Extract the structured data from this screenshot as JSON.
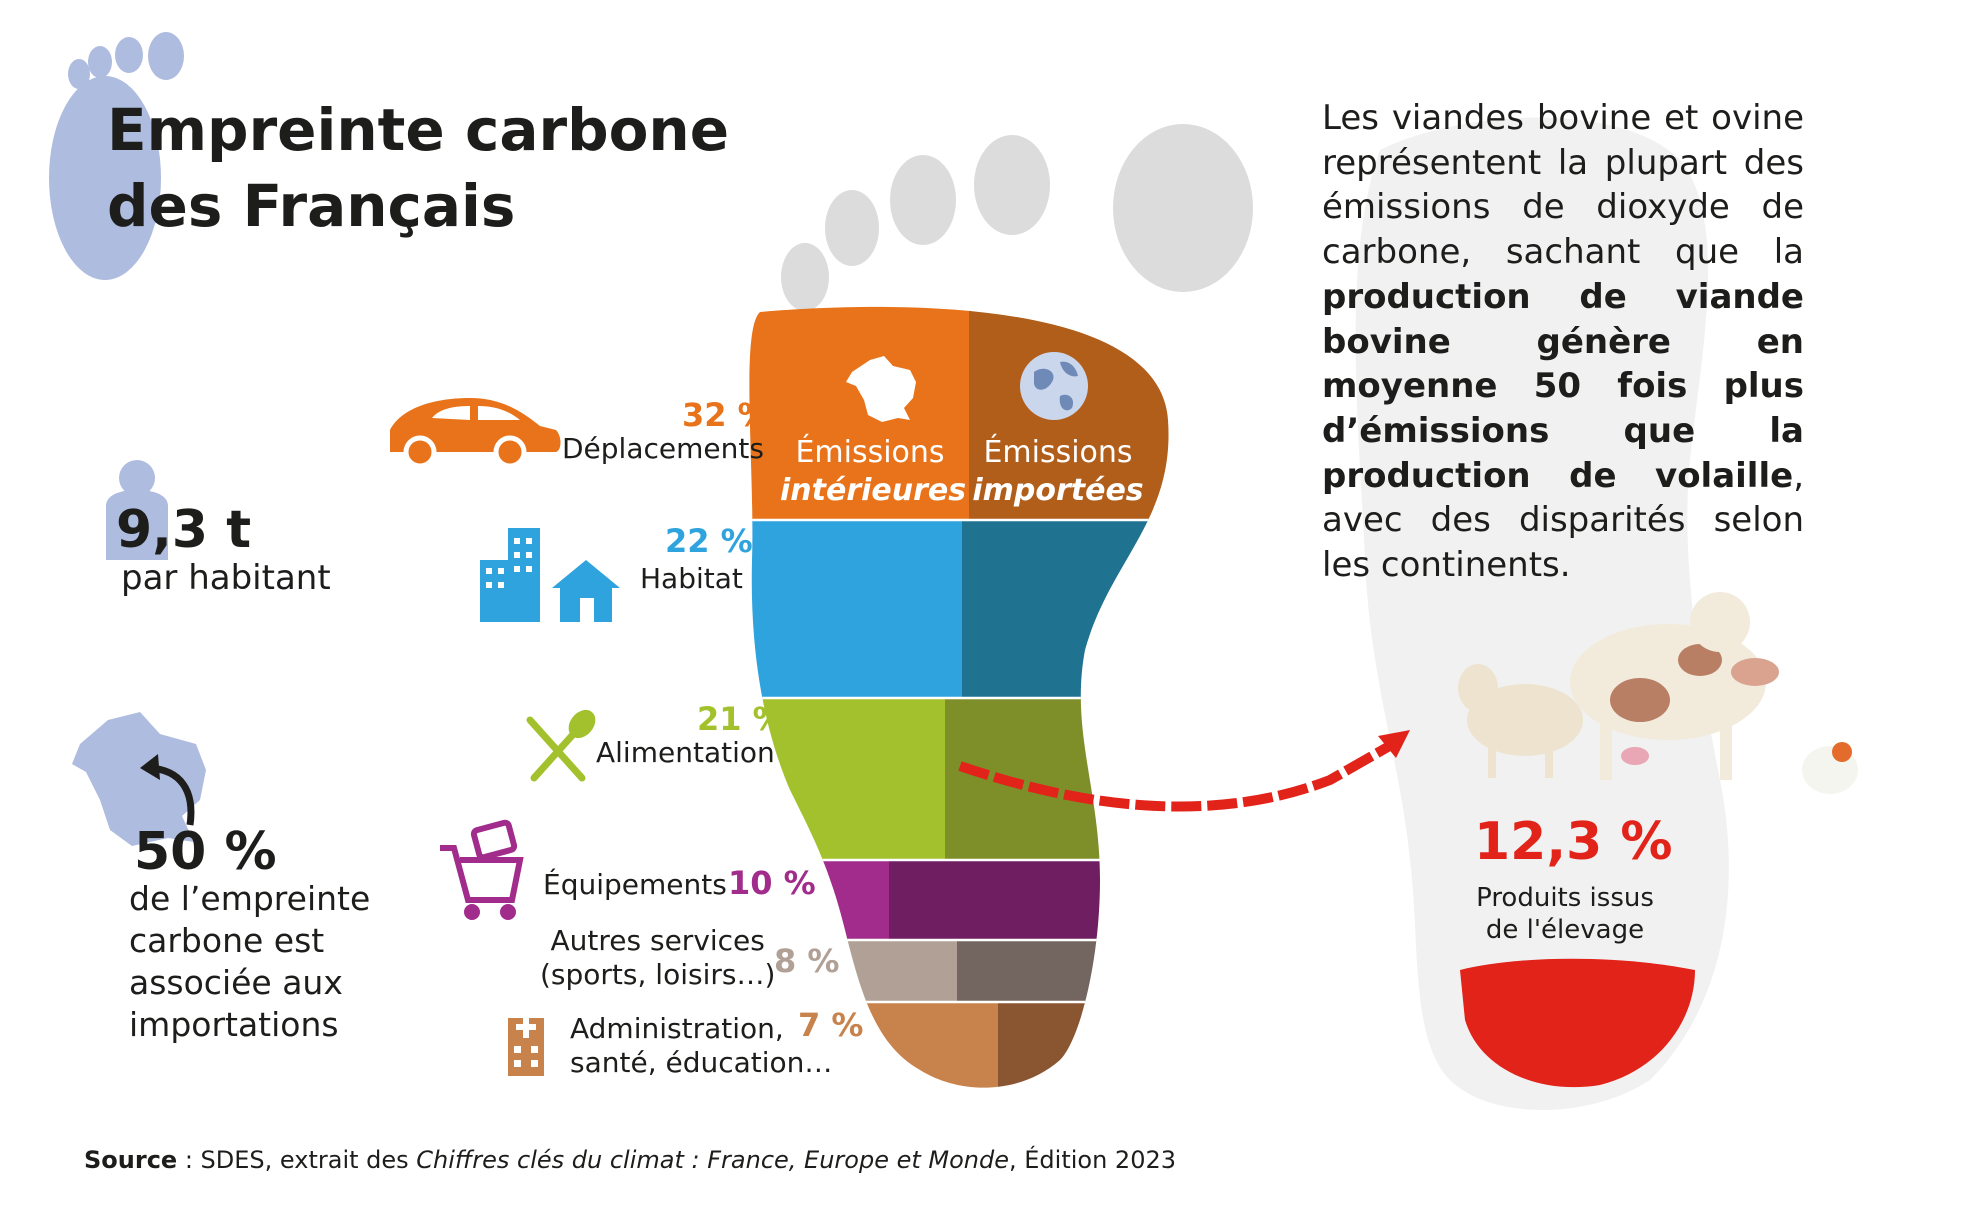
{
  "title": {
    "line1": "Empreinte carbone",
    "line2": "des Français"
  },
  "per_capita": {
    "value": "9,3 t",
    "label": "par habitant"
  },
  "imports": {
    "value": "50 %",
    "line1": "de l’empreinte",
    "line2": "carbone est",
    "line3": "associée aux",
    "line4": "importations"
  },
  "columns": {
    "interior": {
      "line1": "Émissions",
      "line2": "intérieures"
    },
    "imported": {
      "line1": "Émissions",
      "line2": "importées"
    }
  },
  "categories": [
    {
      "pct": "32 %",
      "label": "Déplacements",
      "color": "#e8731a",
      "color_imported": "#b15e1b",
      "icon": "car-icon"
    },
    {
      "pct": "22 %",
      "label": "Habitat",
      "color": "#2ea3de",
      "color_imported": "#1f7290",
      "icon": "building-house-icon"
    },
    {
      "pct": "21 %",
      "label": "Alimentation",
      "color": "#a2c12c",
      "color_imported": "#7e8f2a",
      "icon": "fork-spoon-icon"
    },
    {
      "pct": "10 %",
      "label": "Équipements",
      "color": "#a12c8b",
      "color_imported": "#701e62",
      "icon": "shopping-cart-icon"
    },
    {
      "pct": "8 %",
      "label_line1": "Autres services",
      "label_line2": "(sports, loisirs…)",
      "color": "#b0a095",
      "color_imported": "#736660",
      "icon": ""
    },
    {
      "pct": "7 %",
      "label_line1": "Administration,",
      "label_line2": "santé, éducation…",
      "color": "#c8824c",
      "color_imported": "#8a5632",
      "icon": "hospital-icon"
    }
  ],
  "right_text": {
    "p1": "Les viandes bovine et ovine représentent la plupart des émissions de dioxyde de carbone, sachant que la ",
    "bold": "production de viande bovine génère en moyenne 50 fois plus d’émissions que la production de volaille",
    "p2": ", avec des disparités selon les continents."
  },
  "livestock": {
    "value": "12,3 %",
    "line1": "Produits issus",
    "line2": "de l'élevage",
    "color": "#e2231a"
  },
  "source": {
    "label": "Source",
    "text1": " : SDES, extrait des ",
    "italic": "Chiffres clés du climat : France, Europe et Monde",
    "text2": ", Édition 2023"
  }
}
